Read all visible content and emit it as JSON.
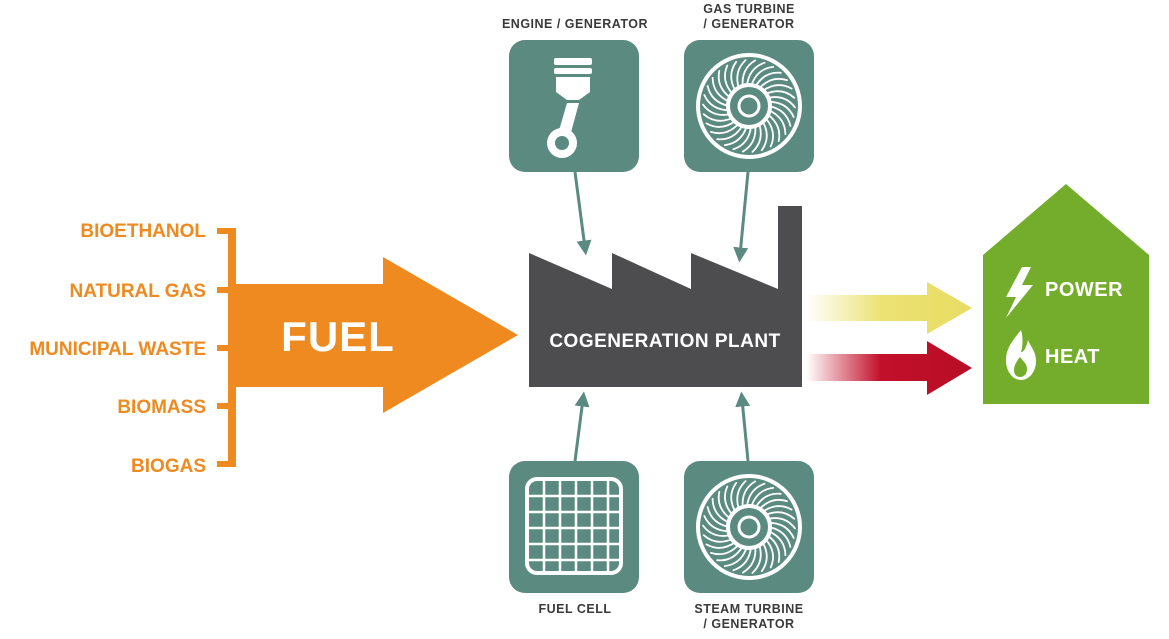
{
  "colors": {
    "orange": "#ee8a1f",
    "teal": "#5b8a81",
    "factory": "#4d4d4f",
    "green": "#74ad2b",
    "yellow": "#ece274",
    "red": "#c2102a",
    "white": "#ffffff",
    "text_dark": "#3a3a3a"
  },
  "fuels": [
    "BIOETHANOL",
    "NATURAL GAS",
    "MUNICIPAL WASTE",
    "BIOMASS",
    "BIOGAS"
  ],
  "fuel_label": "FUEL",
  "plant_label": "COGENERATION PLANT",
  "generators": {
    "engine": {
      "line1": "ENGINE / GENERATOR",
      "icon": "piston-icon"
    },
    "gas_turbine": {
      "line1": "GAS TURBINE",
      "line2": "/ GENERATOR",
      "icon": "turbine-icon"
    },
    "fuel_cell": {
      "line1": "FUEL CELL",
      "icon": "fuel-cell-grid-icon"
    },
    "steam_turbine": {
      "line1": "STEAM TURBINE",
      "line2": "/ GENERATOR",
      "icon": "turbine-icon"
    }
  },
  "outputs": {
    "power": {
      "label": "POWER",
      "icon": "lightning-icon"
    },
    "heat": {
      "label": "HEAT",
      "icon": "flame-icon"
    }
  }
}
